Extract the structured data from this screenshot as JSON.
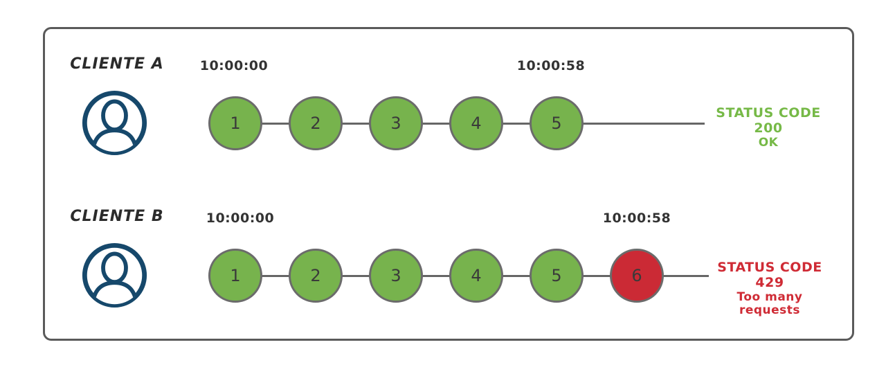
{
  "rows": [
    {
      "label": "CLIENTE A",
      "start_time": "10:00:00",
      "end_time": "10:00:58",
      "requests": [
        {
          "n": "1",
          "state": "ok"
        },
        {
          "n": "2",
          "state": "ok"
        },
        {
          "n": "3",
          "state": "ok"
        },
        {
          "n": "4",
          "state": "ok"
        },
        {
          "n": "5",
          "state": "ok"
        }
      ],
      "status": {
        "line1": "STATUS CODE 200",
        "line2": "OK",
        "color": "#76b947"
      }
    },
    {
      "label": "CLIENTE B",
      "start_time": "10:00:00",
      "end_time": "10:00:58",
      "requests": [
        {
          "n": "1",
          "state": "ok"
        },
        {
          "n": "2",
          "state": "ok"
        },
        {
          "n": "3",
          "state": "ok"
        },
        {
          "n": "4",
          "state": "ok"
        },
        {
          "n": "5",
          "state": "ok"
        },
        {
          "n": "6",
          "state": "error"
        }
      ],
      "status": {
        "line1": "STATUS CODE 429",
        "line2": "Too many requests",
        "color": "#cf2b35"
      }
    }
  ],
  "colors": {
    "ok": "#77b34d",
    "error": "#cb2a35",
    "avatar": "#16486b",
    "line": "#666666",
    "circle_border": "#6b6b6b"
  }
}
